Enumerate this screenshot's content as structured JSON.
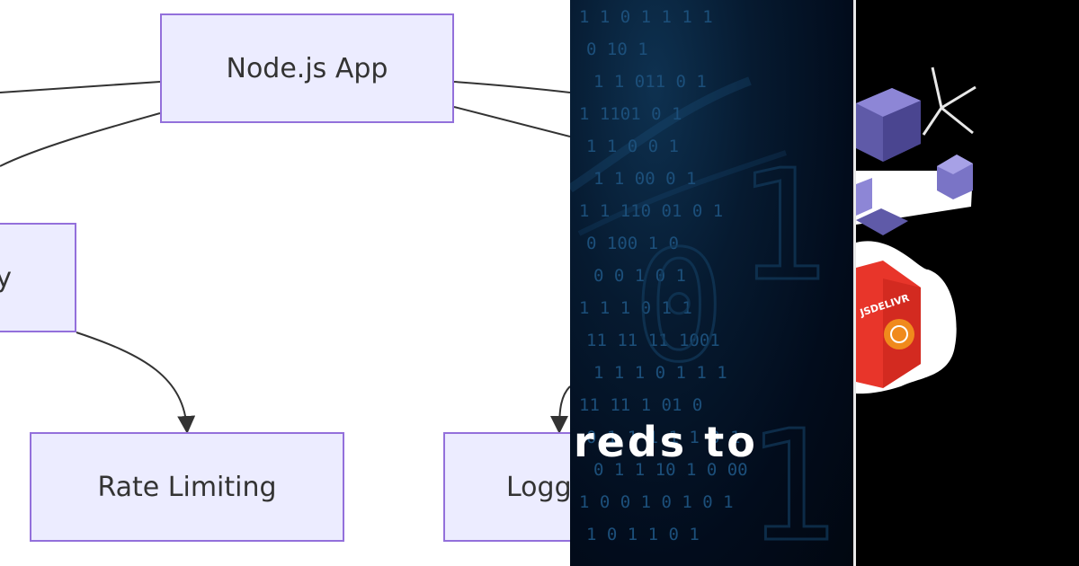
{
  "diagram": {
    "nodes": {
      "app": "Node.js App",
      "left_partial": "y",
      "rate_limiting": "Rate Limiting",
      "logging_partial": "Logg"
    },
    "colors": {
      "node_fill": "#ececff",
      "node_border": "#9370db",
      "edge": "#333333"
    }
  },
  "hero": {
    "text": "reds to",
    "binary_rows": [
      "1 1   0 1 1 1  1",
      "  0   10   1",
      "1      1  011 0  1",
      "  1 1101 0    1",
      "1 1      0   0   1",
      "1   1 00   0 1",
      "1 1 110    01 0 1",
      "   0 100  1  0",
      "0  0  1   0 1",
      "1  1   1 0   1 1",
      "11 11 11 1001",
      "1  1 1   0 1  1 1",
      "11 11 1 01 0",
      "0 1 1 1   1  1 0 1",
      "0 1 1 10 1 0 00",
      "1 0 0 1 0 1  0 1",
      "1 0   1 1 0   1"
    ],
    "colors": {
      "background": "#031326",
      "glyph": "#1c4f7a",
      "text": "#ffffff"
    }
  },
  "illustration": {
    "badge_text": "JSDELIVR",
    "colors": {
      "cube": "#5f5aa8",
      "cube_light": "#8d86d6",
      "badge": "#e8352a",
      "cloud": "#ffffff"
    }
  }
}
